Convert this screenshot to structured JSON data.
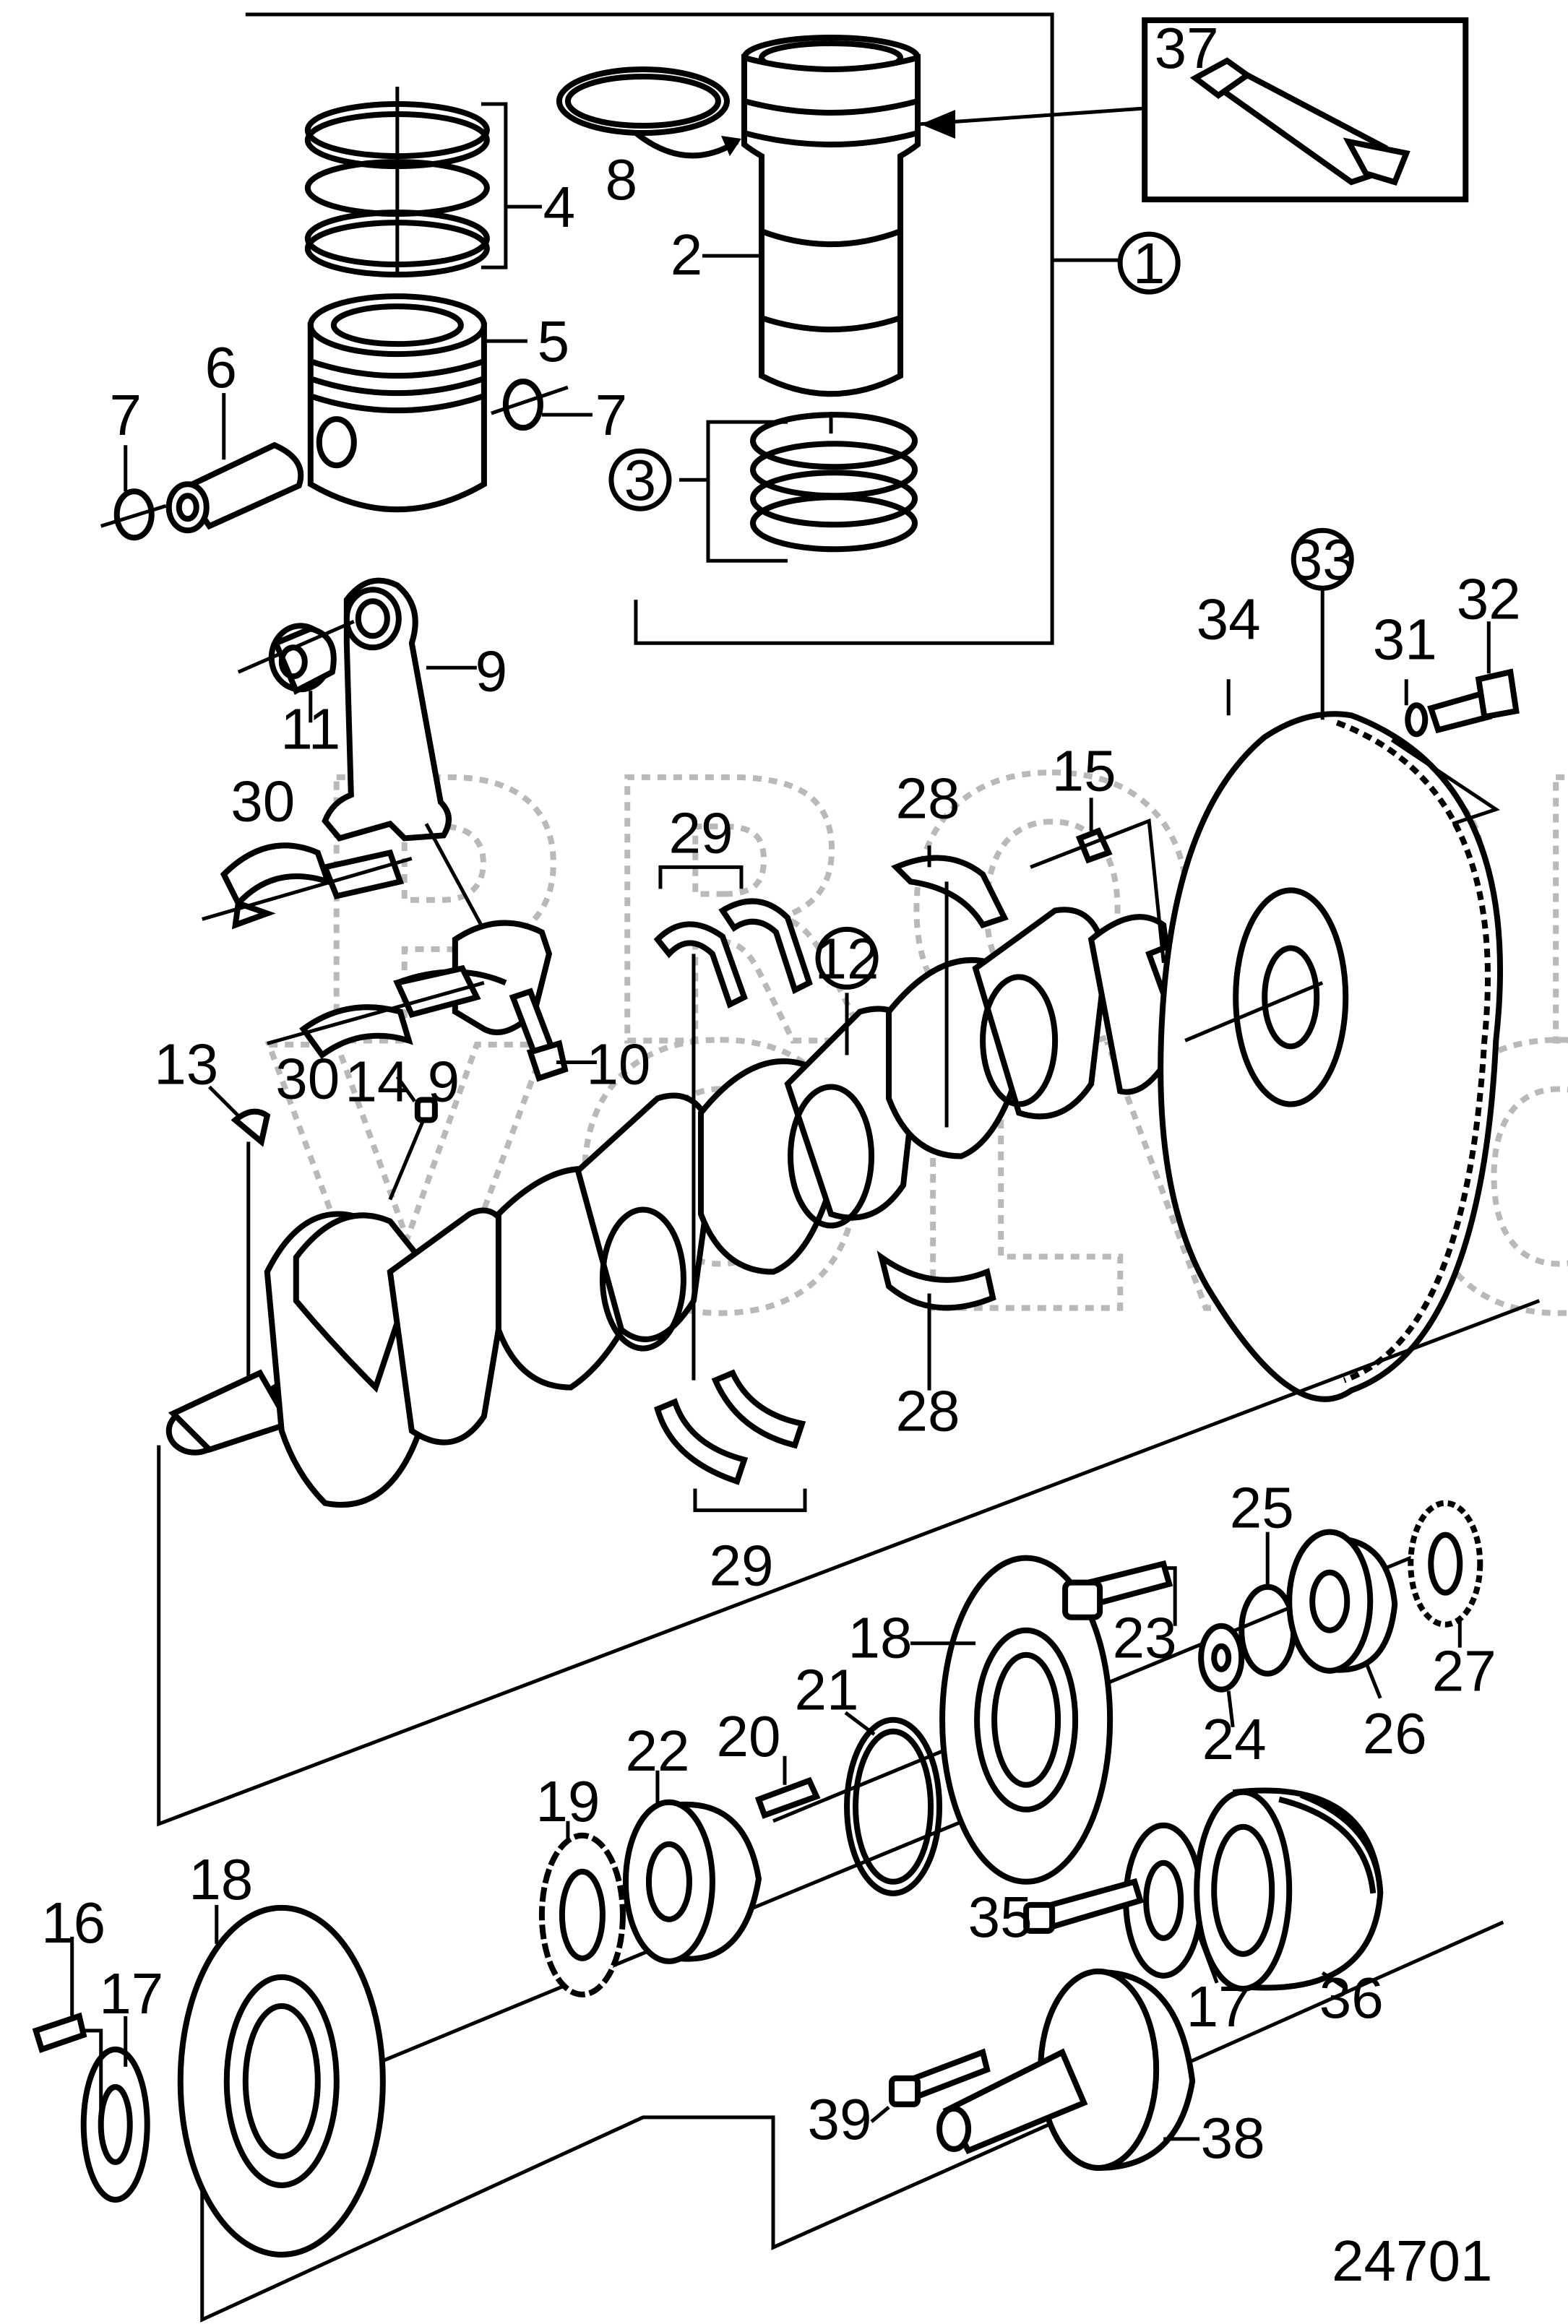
{
  "drawing_number": "24701",
  "watermark": [
    "PROPERTY OF",
    "VOLVO PENTA"
  ],
  "callouts": {
    "c1": "1",
    "c2": "2",
    "c3": "3",
    "c4": "4",
    "c5": "5",
    "c6": "6",
    "c7a": "7",
    "c7b": "7",
    "c8": "8",
    "c9a": "9",
    "c9b": "9",
    "c10": "10",
    "c11": "11",
    "c12": "12",
    "c13": "13",
    "c14": "14",
    "c15": "15",
    "c16": "16",
    "c17a": "17",
    "c17b": "17",
    "c18a": "18",
    "c18b": "18",
    "c19": "19",
    "c20": "20",
    "c21": "21",
    "c22": "22",
    "c23": "23",
    "c24": "24",
    "c25": "25",
    "c26": "26",
    "c27": "27",
    "c28a": "28",
    "c28b": "28",
    "c29a": "29",
    "c29b": "29",
    "c30a": "30",
    "c30b": "30",
    "c31": "31",
    "c32": "32",
    "c33": "33",
    "c34": "34",
    "c35": "35",
    "c36": "36",
    "c37": "37",
    "c38": "38",
    "c39": "39"
  }
}
